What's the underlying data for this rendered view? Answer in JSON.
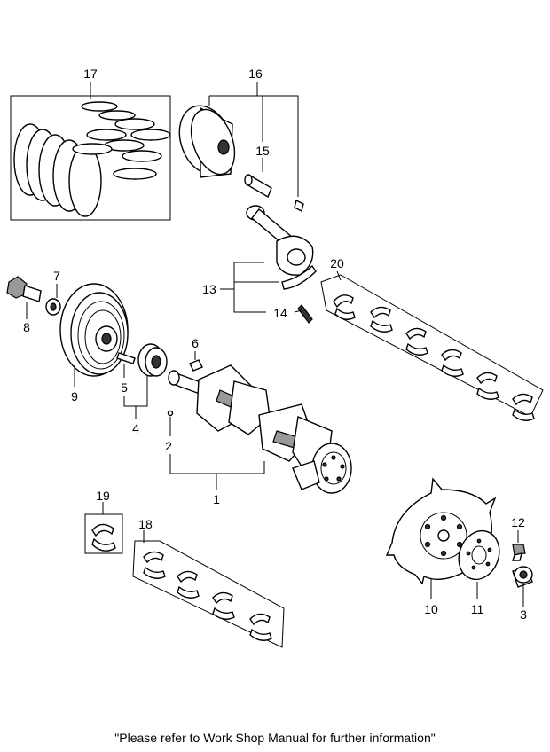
{
  "labels": {
    "c1": "1",
    "c2": "2",
    "c3": "3",
    "c4": "4",
    "c5": "5",
    "c6": "6",
    "c7": "7",
    "c8": "8",
    "c9": "9",
    "c10": "10",
    "c11": "11",
    "c12": "12",
    "c13": "13",
    "c14": "14",
    "c15": "15",
    "c16": "16",
    "c17": "17",
    "c18": "18",
    "c19": "19",
    "c20": "20"
  },
  "footer": "\"Please refer to Work Shop Manual for further information\""
}
